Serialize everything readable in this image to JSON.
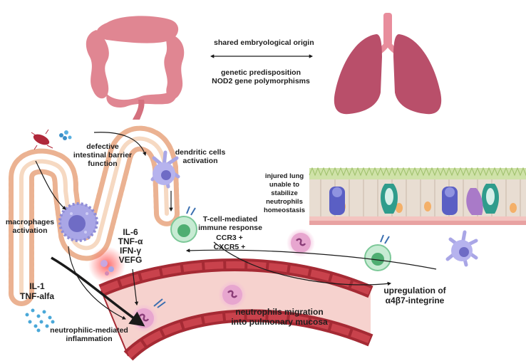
{
  "labels": {
    "shared_origin": "shared embryological origin",
    "genetic_1": "genetic predisposition",
    "genetic_2": "NOD2 gene polymorphisms",
    "barrier_1": "defective",
    "barrier_2": "intestinal barrier",
    "barrier_3": "function",
    "dendritic_1": "dendritic cells",
    "dendritic_2": "activation",
    "injured_1": "injured lung",
    "injured_2": "unable to",
    "injured_3": "stabilize",
    "injured_4": "neutrophils",
    "injured_5": "homeostasis",
    "macro_1": "macrophages",
    "macro_2": "activation",
    "tcell_1": "T-cell-mediated",
    "tcell_2": "immune response",
    "ccr3": "CCR3 +",
    "cxcr5": "CXCR5 +",
    "cyt_il6": "IL-6",
    "cyt_tnf": "TNF-α",
    "cyt_ifn": "IFN-γ",
    "cyt_vefg": "VEFG",
    "il1": "IL-1",
    "tnfalfa": "TNF-alfa",
    "neutinf_1": "neutrophilic-mediated",
    "neutinf_2": "inflammation",
    "migr_1": "neutrophils migration",
    "migr_2": "into pulmonary mucosa",
    "upreg_1": "upregulation of",
    "upreg_2": "α4β7-integrine"
  },
  "icons": [
    "colon-icon",
    "lungs-icon",
    "bacteria-icon",
    "dendritic-cell-icon",
    "macrophage-icon",
    "t-cell-icon",
    "neutrophil-icon",
    "blood-vessel-icon",
    "lung-epithelium-icon"
  ],
  "colors": {
    "colon": "#e0808c",
    "lungs": "#b94f6a",
    "vessel_wall": "#a52a34",
    "vessel_lumen": "#f6d2ce",
    "intestine_wall": "#f6c9a8",
    "macrophage": "#a9a6e6",
    "tcell": "#9fd7b5",
    "neutrophil": "#e7a6cf",
    "arrow": "#1a1a1a"
  }
}
